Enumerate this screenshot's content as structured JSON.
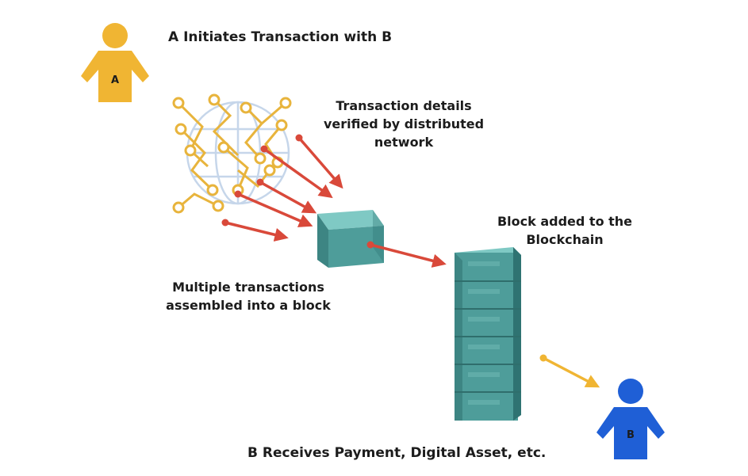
{
  "labels": {
    "initiates": "A Initiates Transaction with B",
    "verified_line1": "Transaction details",
    "verified_line2": "verified by distributed",
    "verified_line3": "network",
    "assembled_line1": "Multiple transactions",
    "assembled_line2": "assembled into a block",
    "added_line1": "Block added to the",
    "added_line2": "Blockchain",
    "receives": "B Receives Payment, Digital Asset, etc."
  },
  "persons": {
    "a": {
      "letter": "A",
      "color": "#f0b533"
    },
    "b": {
      "letter": "B",
      "color": "#1f5fd6"
    }
  },
  "colors": {
    "arrow_red": "#d9493a",
    "arrow_yellow": "#f0b533",
    "network_gold": "#e8b43c",
    "globe_blue": "#c6d6ea",
    "block_top": "#7fc9c4",
    "block_front": "#4e9d9a",
    "block_side": "#2f7372"
  },
  "blockchain": {
    "block_count": 6
  }
}
